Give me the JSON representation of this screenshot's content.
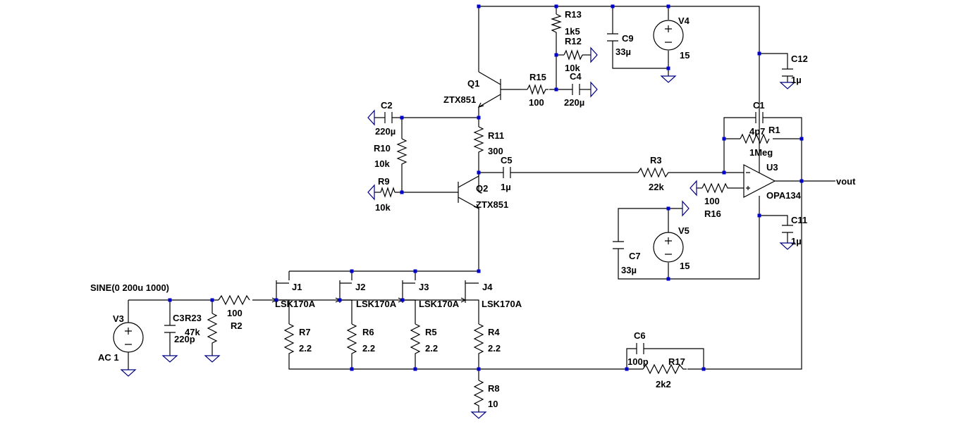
{
  "components": {
    "Q1": {
      "name": "Q1",
      "value": "ZTX851"
    },
    "Q2": {
      "name": "Q2",
      "value": "ZTX851"
    },
    "R13": {
      "name": "R13",
      "value": "1k5"
    },
    "R12": {
      "name": "R12",
      "value": "10k"
    },
    "R15": {
      "name": "R15",
      "value": "100"
    },
    "C4": {
      "name": "C4",
      "value": "220µ"
    },
    "C9": {
      "name": "C9",
      "value": "33µ"
    },
    "V4": {
      "name": "V4",
      "value": "15"
    },
    "C12": {
      "name": "C12",
      "value": "1µ"
    },
    "C2": {
      "name": "C2",
      "value": "220µ"
    },
    "R11": {
      "name": "R11",
      "value": "300"
    },
    "R10": {
      "name": "R10",
      "value": "10k"
    },
    "R9": {
      "name": "R9",
      "value": "10k"
    },
    "C5": {
      "name": "C5",
      "value": "1µ"
    },
    "C1": {
      "name": "C1",
      "value": "4p7"
    },
    "R1": {
      "name": "R1",
      "value": "1Meg"
    },
    "R3": {
      "name": "R3",
      "value": "22k"
    },
    "U3": {
      "name": "U3",
      "value": "OPA134"
    },
    "R16": {
      "name": "R16",
      "value": "100"
    },
    "C11": {
      "name": "C11",
      "value": "1µ"
    },
    "V5": {
      "name": "V5",
      "value": "15"
    },
    "C7": {
      "name": "C7",
      "value": "33µ"
    },
    "V3": {
      "name": "V3",
      "value": "AC 1",
      "source": "SINE(0 200u 1000)"
    },
    "C3": {
      "name": "C3",
      "value": "220p"
    },
    "R23": {
      "name": "R23",
      "value": "47k"
    },
    "R2": {
      "name": "R2",
      "value": "100"
    },
    "J1": {
      "name": "J1",
      "value": "LSK170A"
    },
    "J2": {
      "name": "J2",
      "value": "LSK170A"
    },
    "J3": {
      "name": "J3",
      "value": "LSK170A"
    },
    "J4": {
      "name": "J4",
      "value": "LSK170A"
    },
    "R7": {
      "name": "R7",
      "value": "2.2"
    },
    "R6": {
      "name": "R6",
      "value": "2.2"
    },
    "R5": {
      "name": "R5",
      "value": "2.2"
    },
    "R4": {
      "name": "R4",
      "value": "2.2"
    },
    "R8": {
      "name": "R8",
      "value": "10"
    },
    "C6": {
      "name": "C6",
      "value": "100p"
    },
    "R17": {
      "name": "R17",
      "value": "2k2"
    }
  },
  "net_labels": {
    "vout": "vout"
  },
  "colors": {
    "wire": "#000000",
    "ground": "#000080",
    "junction": "#0000cc",
    "background": "#ffffff"
  }
}
